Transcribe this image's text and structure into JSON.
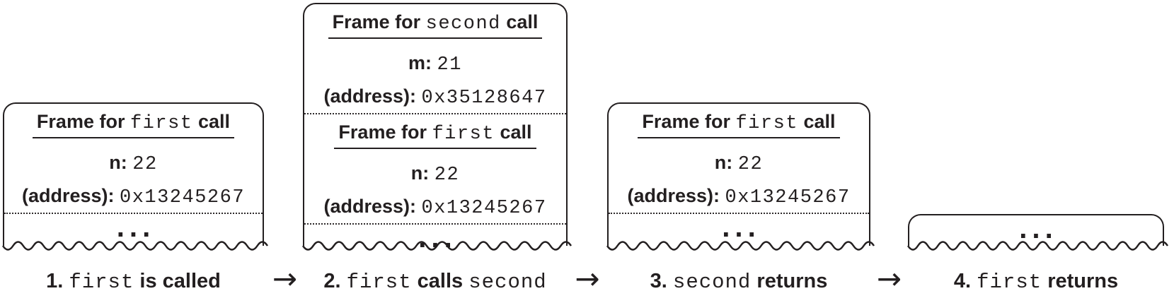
{
  "colors": {
    "ink": "#231f20",
    "background": "#ffffff"
  },
  "diagram": {
    "boxes": [
      {
        "frames": [
          {
            "title": {
              "pre": "Frame for",
              "fn": "first",
              "post": "call"
            },
            "fields": [
              {
                "label": "n:",
                "value": "22"
              },
              {
                "label": "(address):",
                "value": "0x13245267"
              }
            ]
          }
        ],
        "ellipsis": "..."
      },
      {
        "frames": [
          {
            "title": {
              "pre": "Frame for",
              "fn": "second",
              "post": "call"
            },
            "fields": [
              {
                "label": "m:",
                "value": "21"
              },
              {
                "label": "(address):",
                "value": "0x35128647"
              }
            ]
          },
          {
            "title": {
              "pre": "Frame for",
              "fn": "first",
              "post": "call"
            },
            "fields": [
              {
                "label": "n:",
                "value": "22"
              },
              {
                "label": "(address):",
                "value": "0x13245267"
              }
            ]
          }
        ],
        "ellipsis": "..."
      },
      {
        "frames": [
          {
            "title": {
              "pre": "Frame for",
              "fn": "first",
              "post": "call"
            },
            "fields": [
              {
                "label": "n:",
                "value": "22"
              },
              {
                "label": "(address):",
                "value": "0x13245267"
              }
            ]
          }
        ],
        "ellipsis": "..."
      },
      {
        "frames": [],
        "ellipsis": "..."
      }
    ],
    "captions": [
      {
        "num": "1.",
        "fn": "first",
        "verb": "is called"
      },
      {
        "num": "2.",
        "fn": "first",
        "verb": "calls",
        "fn2": "second"
      },
      {
        "num": "3.",
        "fn": "second",
        "verb": "returns"
      },
      {
        "num": "4.",
        "fn": "first",
        "verb": "returns"
      }
    ],
    "arrow": "→"
  }
}
